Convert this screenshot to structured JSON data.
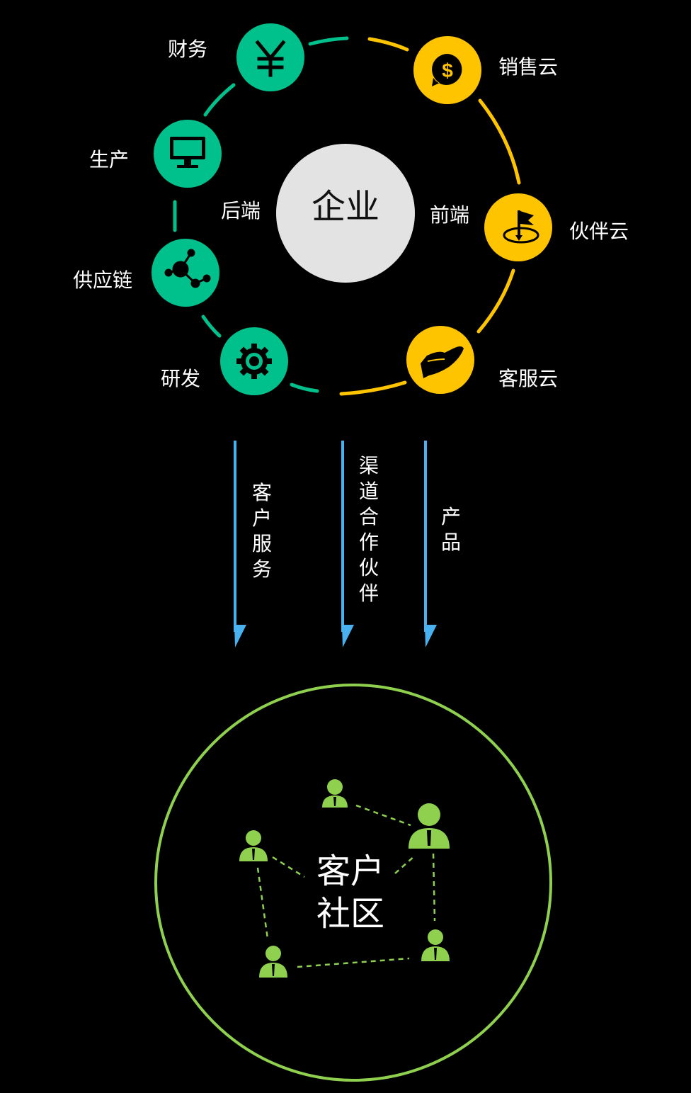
{
  "colors": {
    "background": "#000000",
    "backend_green": "#00c08b",
    "frontend_yellow": "#ffc400",
    "center_gray": "#e3e3e3",
    "arrow_blue": "#4ab1f0",
    "community_green": "#8fd14f"
  },
  "center": {
    "label": "企业"
  },
  "sides": {
    "backend": "后端",
    "frontend": "前端"
  },
  "backend_nodes": [
    {
      "label": "财务",
      "icon": "yen-icon"
    },
    {
      "label": "生产",
      "icon": "monitor-icon"
    },
    {
      "label": "供应链",
      "icon": "network-icon"
    },
    {
      "label": "研发",
      "icon": "gear-icon"
    }
  ],
  "frontend_nodes": [
    {
      "label": "销售云",
      "icon": "dollar-bubble-icon"
    },
    {
      "label": "伙伴云",
      "icon": "flag-icon"
    },
    {
      "label": "客服云",
      "icon": "hand-icon"
    }
  ],
  "flows": [
    {
      "label": "客户服务"
    },
    {
      "label": "渠道合作伙伴"
    },
    {
      "label": "产品"
    }
  ],
  "community": {
    "line1": "客户",
    "line2": "社区",
    "icon": "person-icon"
  }
}
